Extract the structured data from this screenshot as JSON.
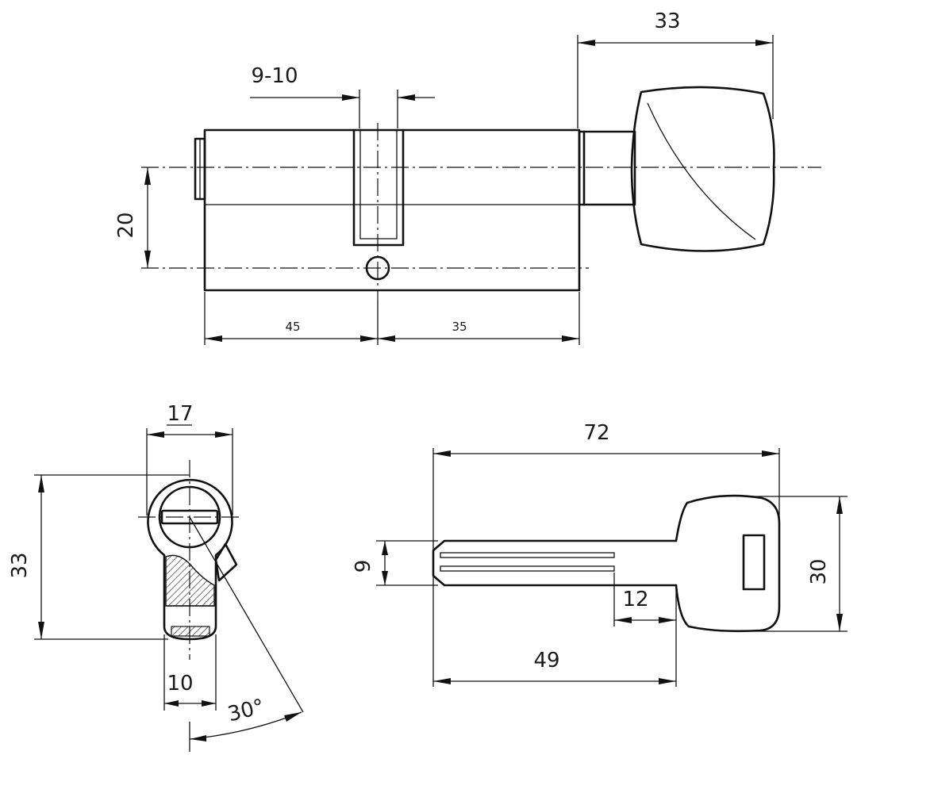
{
  "drawing": {
    "cylinder_top_view": {
      "knob_length": "33",
      "cam_slot_width": "9-10",
      "body_height": "20",
      "left_length": "45",
      "right_length": "35"
    },
    "profile_view": {
      "width": "17",
      "height": "33",
      "bottom_width": "10",
      "cam_angle": "30°"
    },
    "key_view": {
      "overall_length": "72",
      "blade_height": "9",
      "head_height": "30",
      "blade_length": "49",
      "shoulder_gap": "12"
    }
  }
}
